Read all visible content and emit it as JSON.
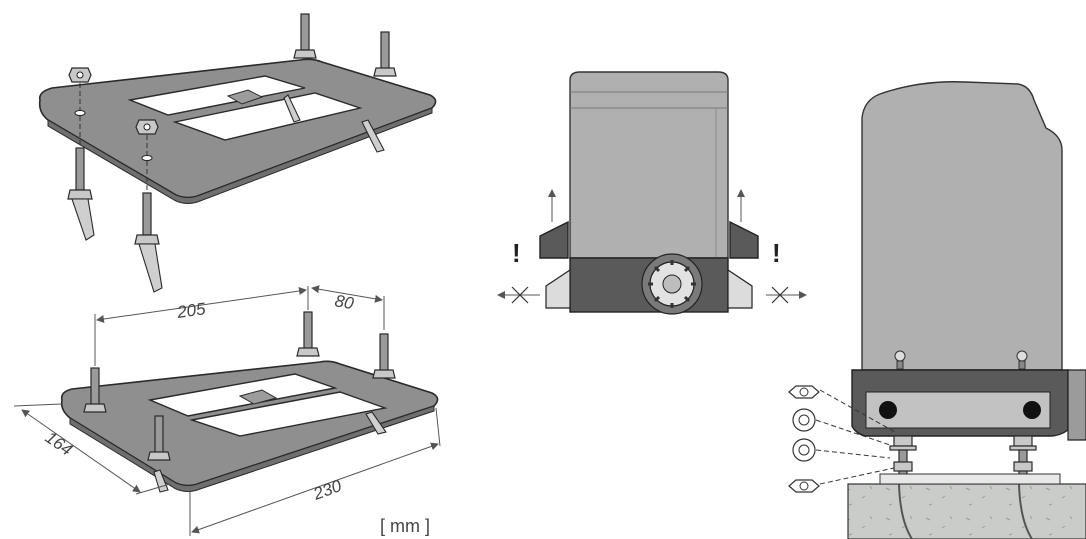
{
  "dimensions": {
    "length_205": "205",
    "length_80": "80",
    "length_164": "164",
    "length_230": "230",
    "unit": "[ mm ]"
  },
  "warnings": {
    "left_mark": "!",
    "right_mark": "!"
  },
  "colors": {
    "plate": "#8f8f8f",
    "motor_body": "#b0b0b0",
    "motor_base": "#5a5a5a",
    "concrete": "#c9ccc8"
  }
}
